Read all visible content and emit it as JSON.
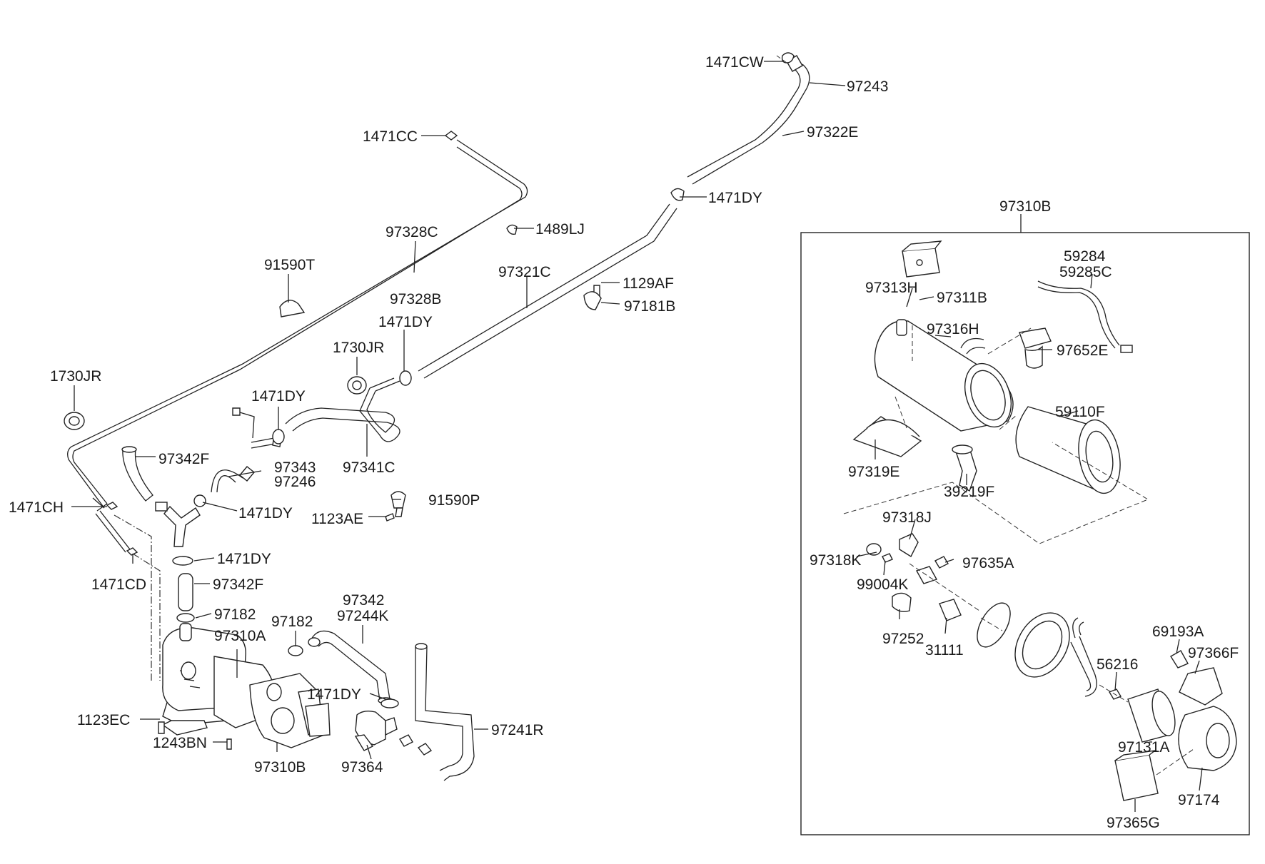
{
  "diagram": {
    "labels": {
      "l1471CW": "1471CW",
      "l97243": "97243",
      "l97322E": "97322E",
      "l1471CC": "1471CC",
      "l1471DY_a": "1471DY",
      "l97310B_box": "97310B",
      "l1489LJ": "1489LJ",
      "l97328C": "97328C",
      "l91590T": "91590T",
      "l97328B": "97328B",
      "l97321C": "97321C",
      "l1129AF": "1129AF",
      "l97181B": "97181B",
      "l1471DY_b": "1471DY",
      "l1730JR_a": "1730JR",
      "l1730JR_b": "1730JR",
      "l1471DY_c": "1471DY",
      "l97342F_a": "97342F",
      "l97343": "97343",
      "l97246": "97246",
      "l97341C": "97341C",
      "l1471CH": "1471CH",
      "l91590P": "91590P",
      "l1123AE": "1123AE",
      "l1471DY_d": "1471DY",
      "l1471DY_e": "1471DY",
      "l1471CD": "1471CD",
      "l97342F_b": "97342F",
      "l97182_a": "97182",
      "l97342": "97342",
      "l97244K": "97244K",
      "l97182_b": "97182",
      "l97310A": "97310A",
      "l1471DY_f": "1471DY",
      "l1123EC": "1123EC",
      "l97241R": "97241R",
      "l1243BN": "1243BN",
      "l97310B": "97310B",
      "l97364": "97364",
      "l59284": "59284",
      "l59285C": "59285C",
      "l97313H": "97313H",
      "l97311B": "97311B",
      "l97316H": "97316H",
      "l97652E": "97652E",
      "l59110F": "59110F",
      "l97319E": "97319E",
      "l39219F": "39219F",
      "l97318J": "97318J",
      "l97318K": "97318K",
      "l97635A": "97635A",
      "l99004K": "99004K",
      "l97252": "97252",
      "l31111": "31111",
      "l69193A": "69193A",
      "l97366F": "97366F",
      "l56216": "56216",
      "l97131A": "97131A",
      "l97174": "97174",
      "l97365G": "97365G"
    }
  }
}
